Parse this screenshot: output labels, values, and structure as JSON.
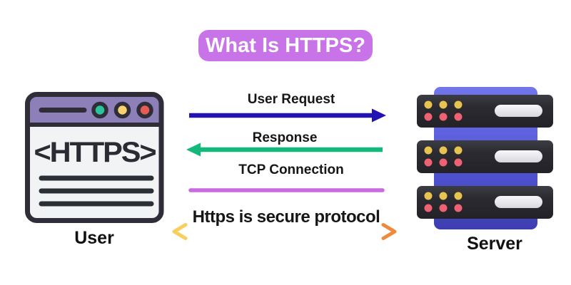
{
  "title": {
    "text": "What Is HTTPS?",
    "badge_color": "#c873e8",
    "text_color": "#ffffff"
  },
  "nodes": {
    "user": {
      "label": "User",
      "icon": "browser-https-icon",
      "icon_text": "<HTTPS>",
      "icon_colors": {
        "titlebar": "#8d80b8",
        "body": "#f2f3f5",
        "outline": "#2f2e38",
        "dot_green": "#2bc39c",
        "dot_yellow": "#f8d170",
        "dot_red": "#e75b55"
      }
    },
    "server": {
      "label": "Server",
      "icon": "server-stack-icon",
      "icon_colors": {
        "slab_blue": "#5457d8",
        "unit_dark": "#2b2b31",
        "dot_yellow": "#e9c351",
        "dot_pink": "#ef6274",
        "pill": "#ebebee"
      }
    }
  },
  "connections": [
    {
      "label": "User Request",
      "direction": "right",
      "color": "#2312b4"
    },
    {
      "label": "Response",
      "direction": "left",
      "color": "#13b97a"
    },
    {
      "label": "TCP Connection",
      "direction": "none",
      "color": "#c96ae3"
    },
    {
      "label": "Https is secure protocol",
      "direction": "both",
      "color_start": "#f8d564",
      "color_end": "#ee8a3e"
    }
  ]
}
